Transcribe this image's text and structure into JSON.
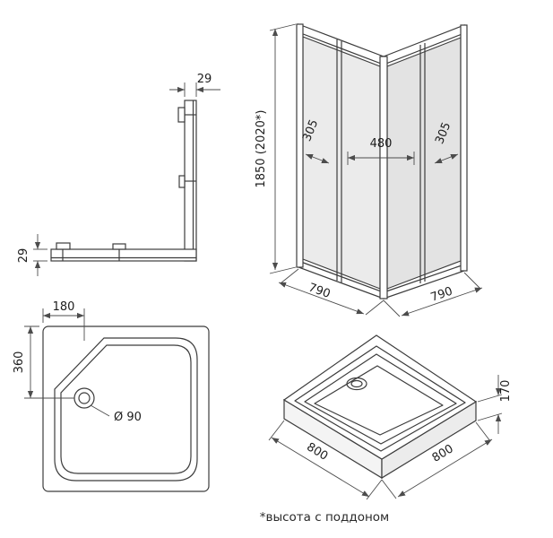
{
  "page": {
    "footnote": "*высота с поддоном"
  },
  "colors": {
    "glass_left": "#ebebeb",
    "glass_right": "#e3e3e3",
    "line": "#3c3c3c",
    "dim": "#4c4c4c"
  },
  "views": {
    "corner_profile": {
      "dim_top": "29",
      "dim_side": "29"
    },
    "enclosure": {
      "dim_height": "1850 (2020*)",
      "dim_left_panel": "305",
      "dim_door_width": "480",
      "dim_right_panel": "305",
      "dim_base_left": "790",
      "dim_base_right": "790"
    },
    "tray_plan": {
      "dim_drain_x": "180",
      "dim_drain_y": "360",
      "dim_drain_diameter": "Ø 90"
    },
    "tray_iso": {
      "dim_height": "170",
      "dim_base_left": "800",
      "dim_base_right": "800"
    }
  }
}
